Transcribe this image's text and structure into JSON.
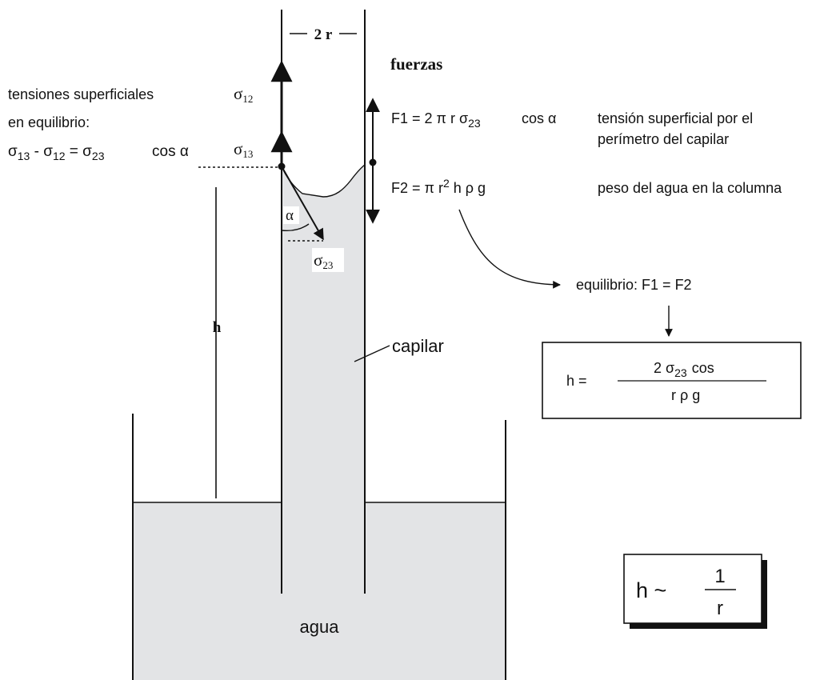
{
  "width_label": "2 r",
  "left_text": {
    "line1": "tensiones superficiales",
    "line2": "en equilibrio:",
    "eq_s13": "σ",
    "eq_s13_sub": "13",
    "eq_minus": " - ",
    "eq_s12": "σ",
    "eq_s12_sub": "12",
    "eq_eq": " = σ",
    "eq_s23_sub": "23",
    "eq_cos": "cos α"
  },
  "sigma12": {
    "sym": "σ",
    "sub": "12"
  },
  "sigma13": {
    "sym": "σ",
    "sub": "13"
  },
  "sigma23": {
    "sym": "σ",
    "sub": "23"
  },
  "alpha": "α",
  "h_label": "h",
  "capilar_label": "capilar",
  "agua_label": "agua",
  "fuerzas": {
    "title": "fuerzas",
    "f1_a": "F1 = 2 π r σ",
    "f1_sub": "23",
    "f1_b": "cos α",
    "f1_desc_1": "tensión superficial por el",
    "f1_desc_2": "perímetro del capilar",
    "f2_a": "F2 = π  r",
    "f2_sup": "2",
    "f2_b": " h ρ  g",
    "f2_desc": "peso del agua en la columna"
  },
  "equilibrio": "equilibrio: F1 = F2",
  "formula": {
    "lhs": "h =",
    "num_a": "2 σ",
    "num_sub": "23",
    "num_b": "cos",
    "den": "r ρ g"
  },
  "proportional": {
    "lhs": "h ~",
    "num": "1",
    "den": "r"
  }
}
